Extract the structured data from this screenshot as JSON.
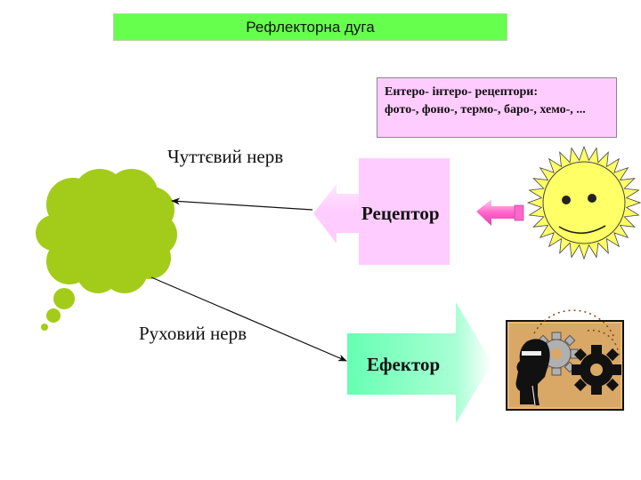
{
  "title": "Рефлекторна дуга",
  "receptor_info": {
    "line1": "Ентеро- інтеро- рецептори:",
    "line2": "фото-, фоно-, термо-, баро-, хемо-, ..."
  },
  "sensory_nerve": "Чуттєвий нерв",
  "motor_nerve": "Руховий нерв",
  "receptor": "Рецептор",
  "effector": "Ефектор",
  "colors": {
    "title_bg": "#66ff4d",
    "info_bg": "#ffccff",
    "receptor_bg": "#ffccff",
    "effector_bg": "#66ffb3",
    "cloud": "#a3cc1a",
    "sun": "#ffff66",
    "small_arrow": "#ff66cc"
  },
  "icons": [
    "thought-cloud-icon",
    "sun-icon",
    "person-gears-icon"
  ]
}
